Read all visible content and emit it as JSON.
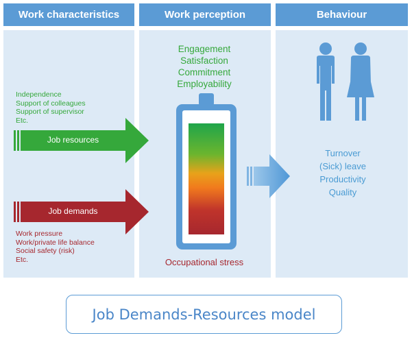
{
  "columns": [
    {
      "title": "Work characteristics"
    },
    {
      "title": "Work perception"
    },
    {
      "title": "Behaviour"
    }
  ],
  "resources": {
    "items": [
      "Independence",
      "Support of colleagues",
      "Support of supervisor",
      "Etc."
    ],
    "arrow_label": "Job resources",
    "color": "#35a83b"
  },
  "demands": {
    "arrow_label": "Job demands",
    "items": [
      "Work pressure",
      "Work/private life balance",
      "Social safety (risk)",
      "Etc."
    ],
    "color": "#a6272e"
  },
  "perception": {
    "items": [
      "Engagement",
      "Satisfaction",
      "Commitment",
      "Employability"
    ],
    "stress_label": "Occupational stress"
  },
  "behaviour": {
    "items": [
      "Turnover",
      "(Sick) leave",
      "Productivity",
      "Quality"
    ],
    "icons": [
      "man-icon",
      "woman-icon"
    ]
  },
  "model_title": "Job Demands-Resources model",
  "colors": {
    "header": "#5b9bd5",
    "panel": "#ddeaf6",
    "battery_outline": "#5b9bd5",
    "arrow_blue": "#5b9bd5"
  }
}
